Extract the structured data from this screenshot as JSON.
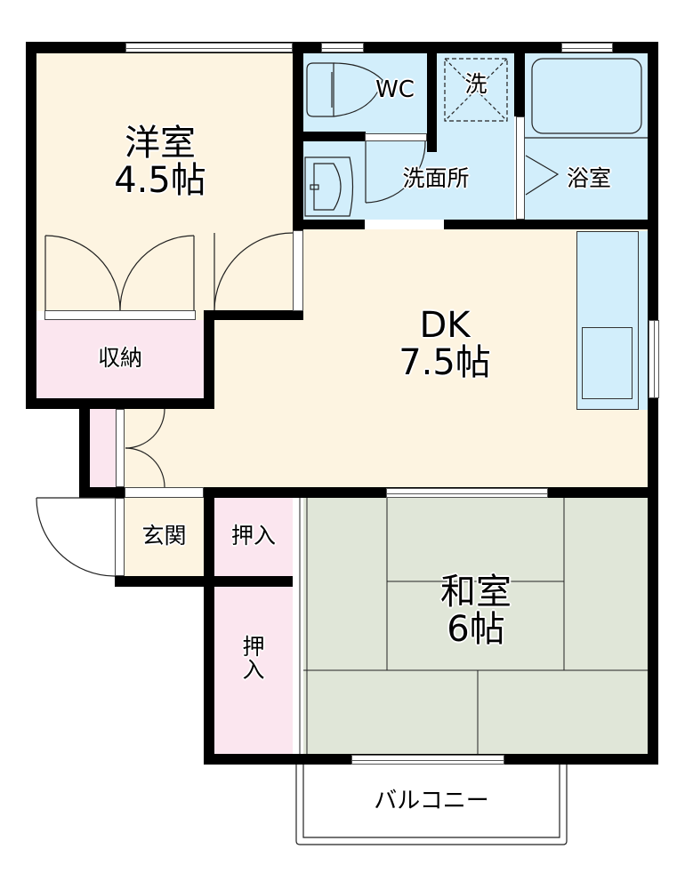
{
  "floorplan": {
    "rooms": {
      "western_room": {
        "name": "洋室",
        "size": "4.5帖"
      },
      "wc": {
        "name": "WC"
      },
      "washer": {
        "name": "洗"
      },
      "washroom": {
        "name": "洗面所"
      },
      "bathroom": {
        "name": "浴室"
      },
      "storage": {
        "name": "収納"
      },
      "dk": {
        "name": "DK",
        "size": "7.5帖"
      },
      "entrance": {
        "name": "玄関"
      },
      "closet_small": {
        "name": "押入"
      },
      "closet_tall": {
        "name_line1": "押",
        "name_line2": "入"
      },
      "japanese_room": {
        "name": "和室",
        "size": "6帖"
      },
      "balcony": {
        "name": "バルコニー"
      }
    },
    "colors": {
      "western_floor": "#fdf4e1",
      "wet_area": "#d2eefb",
      "storage": "#fbe6ef",
      "tatami": "#e0e6d8",
      "wall": "#000000"
    }
  }
}
